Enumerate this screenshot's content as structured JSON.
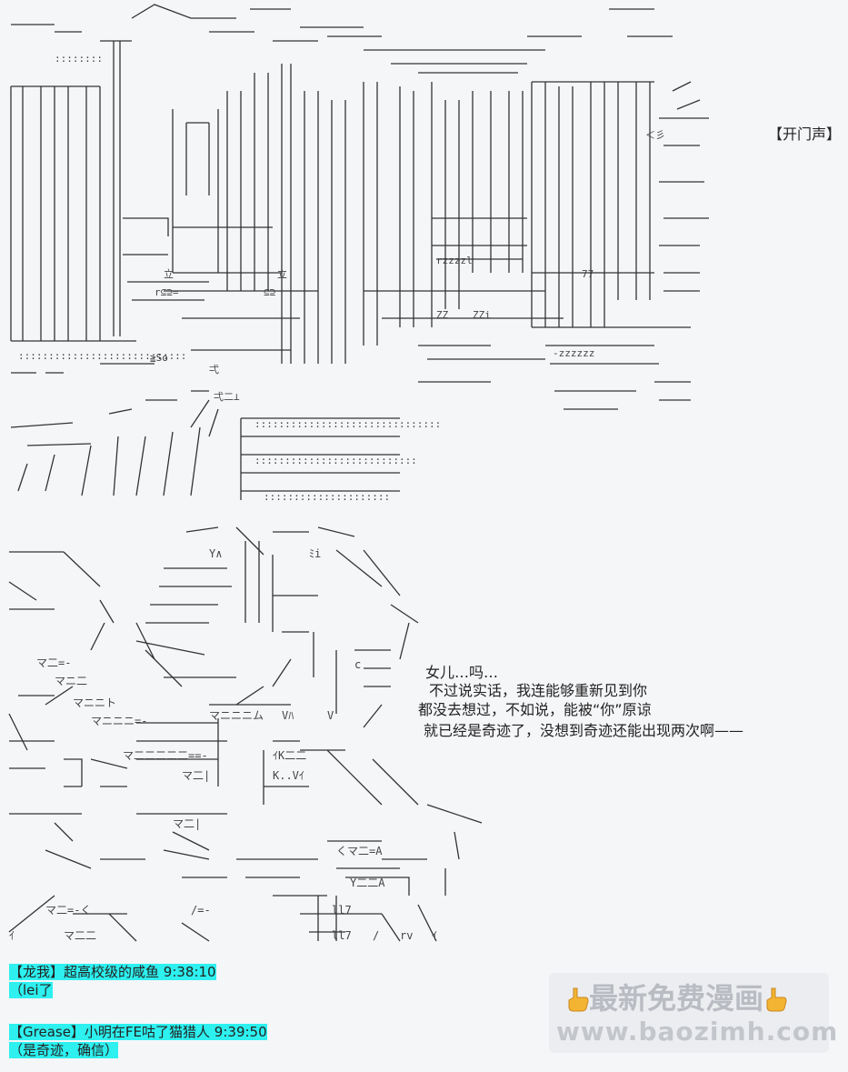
{
  "sfx": "【开门声】",
  "dialogue": [
    "女儿…吗…",
    "不过说实话，我连能够重新见到你",
    "都没去想过，不如说，能被“你”原谅",
    "就已经是奇迹了，没想到奇迹还能出现两次啊——"
  ],
  "comments": [
    {
      "header": "【龙我】超高校级的咸鱼 9:38:10",
      "text": "（lei了"
    },
    {
      "header": "【Grease】小明在FE咕了猫猎人 9:39:50",
      "text": "（是奇迹，确信）"
    }
  ],
  "watermark": {
    "line1": "最新免费漫画",
    "line2": "www.baozimh.com"
  },
  "colors": {
    "highlight": "#2df0ef",
    "art": "#333333",
    "background": "#f5f6f8"
  }
}
